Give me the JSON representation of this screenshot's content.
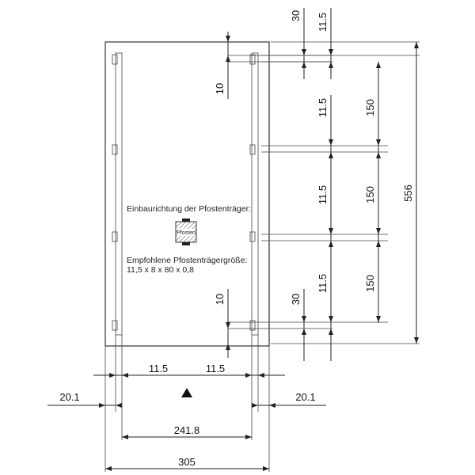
{
  "notes": {
    "installation_direction": "Einbaurichtung der Pfostenträger:",
    "post_label": "Pfosten",
    "recommended_size_title": "Empfohlene Pfostenträgergröße:",
    "recommended_size_value": "11,5 x 8 x 80 x 0,8"
  },
  "dimensions": {
    "top_30": "30",
    "top_11_5": "11.5",
    "top_inner_10": "10",
    "right_11_5_a": "11.5",
    "right_150_a": "150",
    "right_11_5_b": "11.5",
    "right_150_b": "150",
    "right_11_5_c": "11.5",
    "right_150_c": "150",
    "overall_556": "556",
    "bottom_inner_10": "10",
    "bottom_30": "30",
    "bottom_left_11_5": "11.5",
    "bottom_right_11_5": "11.5",
    "left_20_1": "20.1",
    "right_20_1": "20.1",
    "width_241_8": "241.8",
    "width_305": "305"
  }
}
